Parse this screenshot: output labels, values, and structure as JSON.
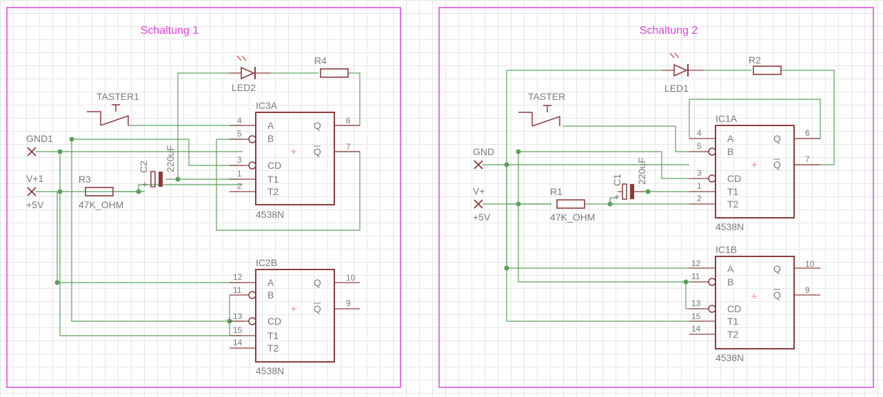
{
  "colors": {
    "grid": "#e6e6e6",
    "frame": "#e040e0",
    "wire": "#5aa05a",
    "part": "#8b3a3a",
    "label": "#7a7a7a"
  },
  "circuit1": {
    "title": "Schaltung 1",
    "gnd": "GND1",
    "vcc": "V+1",
    "vcc_value": "+5V",
    "button": "TASTER1",
    "led": "LED2",
    "res_top": "R4",
    "res_in": "R3",
    "res_in_value": "47K_OHM",
    "cap": "C2",
    "cap_value": "220uF",
    "cap_plus": "+",
    "ic_a": {
      "name": "IC3A",
      "type": "4538N",
      "inputs": [
        "A",
        "B",
        "CD",
        "T1",
        "T2"
      ],
      "outputs": [
        "Q",
        "Q"
      ],
      "in_pins": [
        "4",
        "5",
        "3",
        "1",
        "2"
      ],
      "out_pins": [
        "6",
        "7"
      ]
    },
    "ic_b": {
      "name": "IC2B",
      "type": "4538N",
      "inputs": [
        "A",
        "B",
        "CD",
        "T1",
        "T2"
      ],
      "outputs": [
        "Q",
        "Q"
      ],
      "in_pins": [
        "12",
        "11",
        "13",
        "15",
        "14"
      ],
      "out_pins": [
        "10",
        "9"
      ]
    }
  },
  "circuit2": {
    "title": "Schaltung 2",
    "gnd": "GND",
    "vcc": "V+",
    "vcc_value": "+5V",
    "button": "TASTER",
    "led": "LED1",
    "res_top": "R2",
    "res_in": "R1",
    "res_in_value": "47K_OHM",
    "cap": "C1",
    "cap_value": "220uF",
    "cap_plus": "+",
    "ic_a": {
      "name": "IC1A",
      "type": "4538N",
      "inputs": [
        "A",
        "B",
        "CD",
        "T1",
        "T2"
      ],
      "outputs": [
        "Q",
        "Q"
      ],
      "in_pins": [
        "4",
        "5",
        "3",
        "1",
        "2"
      ],
      "out_pins": [
        "6",
        "7"
      ]
    },
    "ic_b": {
      "name": "IC1B",
      "type": "4538N",
      "inputs": [
        "A",
        "B",
        "CD",
        "T1",
        "T2"
      ],
      "outputs": [
        "Q",
        "Q"
      ],
      "in_pins": [
        "12",
        "11",
        "13",
        "15",
        "14"
      ],
      "out_pins": [
        "10",
        "9"
      ]
    }
  }
}
